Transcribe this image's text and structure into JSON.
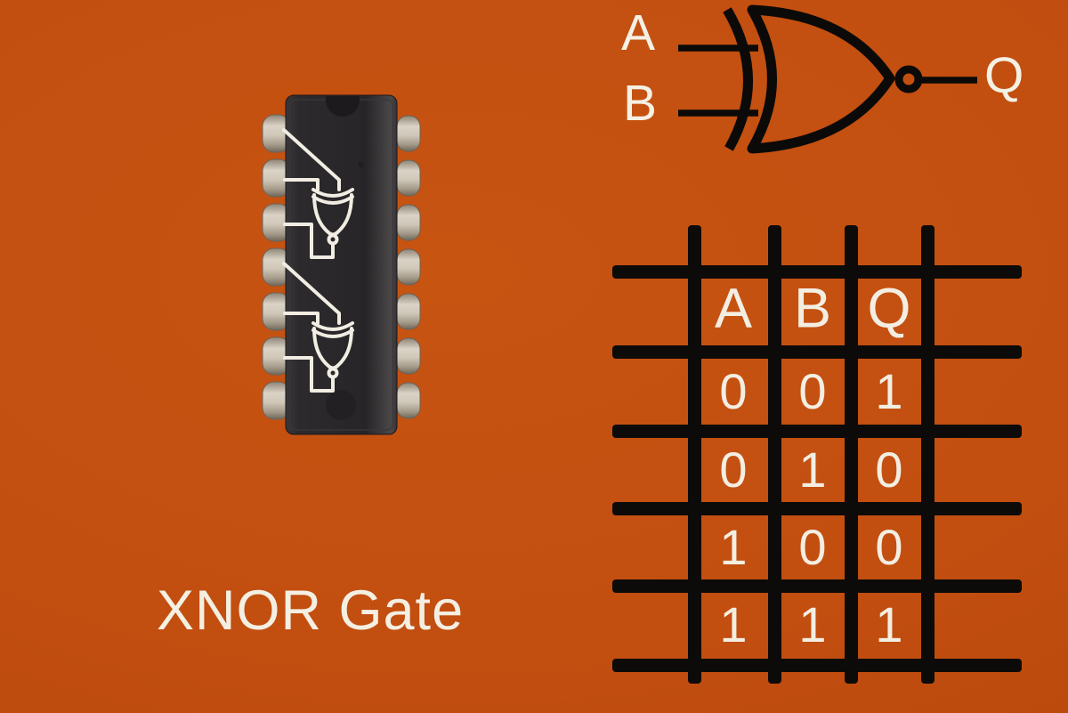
{
  "title": "XNOR Gate",
  "gate_symbol": {
    "input_a": "A",
    "input_b": "B",
    "output": "Q"
  },
  "truth_table": {
    "type": "table",
    "columns": [
      "A",
      "B",
      "Q"
    ],
    "rows": [
      [
        "0",
        "0",
        "1"
      ],
      [
        "0",
        "1",
        "0"
      ],
      [
        "1",
        "0",
        "0"
      ],
      [
        "1",
        "1",
        "1"
      ]
    ]
  },
  "chip": {
    "description": "14-pin DIP integrated circuit with two XNOR gate symbols drawn in white on the package",
    "pins_per_side": 7,
    "gates_drawn": 2
  },
  "colors": {
    "background": "#c14d10",
    "ink": "#0b0a08",
    "text": "#f4efe3",
    "chip_body": "#2b292b",
    "pin_metal": "#cfc6b6"
  }
}
